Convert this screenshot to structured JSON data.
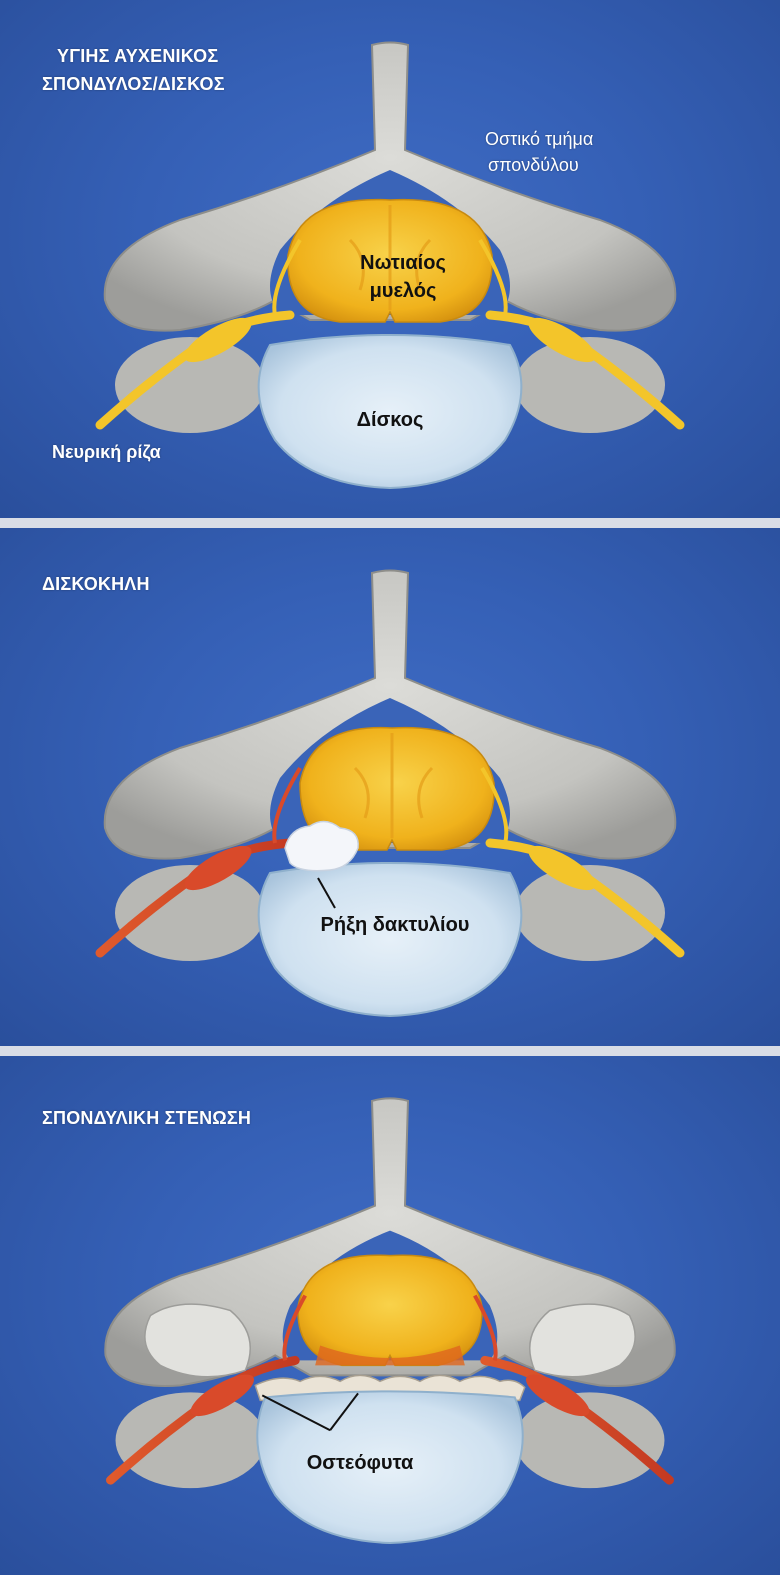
{
  "panels": [
    {
      "title_line1": "ΥΓΙΗΣ ΑΥΧΕΝΙΚΟΣ",
      "title_line2": "ΣΠΟΝΔΥΛΟΣ/ΔΙΣΚΟΣ",
      "bone_label_line1": "Οστικό τμήμα",
      "bone_label_line2": "σπονδύλου",
      "cord_label_line1": "Νωτιαίος",
      "cord_label_line2": "μυελός",
      "disc_label": "Δίσκος",
      "root_label": "Νευρική ρίζα"
    },
    {
      "title": "ΔΙΣΚΟΚΗΛΗ",
      "tear_label": "Ρήξη δακτυλίου"
    },
    {
      "title": "ΣΠΟΝΔΥΛΙΚΗ ΣΤΕΝΩΣΗ",
      "osteophyte_label": "Οστεόφυτα"
    }
  ],
  "colors": {
    "background": "#3560b6",
    "bone": "#c9c9c5",
    "spinal_cord": "#f2b822",
    "nerve": "#f3c52a",
    "inflamed_nerve": "#d94a2a",
    "disc": "#d8e8f4",
    "herniation": "#f4f6fa"
  }
}
